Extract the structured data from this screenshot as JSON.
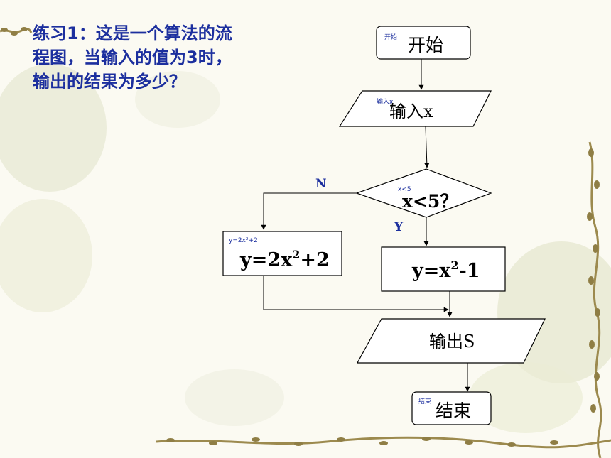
{
  "question": {
    "line1": "练习1：这是一个算法的流",
    "line2": "程图，当输入的值为3时，",
    "line3": "输出的结果为多少？"
  },
  "flowchart": {
    "start": {
      "small": "开始",
      "text": "开始"
    },
    "input": {
      "small": "输入x",
      "text": "输入x"
    },
    "decision": {
      "small": "x<5",
      "text": "x<5？"
    },
    "branch_no": "N",
    "branch_yes": "Y",
    "process_no": {
      "small": "y=2x²+2",
      "text_base": "y=2x",
      "text_sup": "2",
      "text_tail": "+2"
    },
    "process_yes": {
      "text_base": "y=x",
      "text_sup": "2",
      "text_tail": "-1"
    },
    "output": {
      "text": "输出S"
    },
    "end": {
      "small": "结束",
      "text": "结束"
    }
  },
  "colors": {
    "accent": "#1c2f9e",
    "background": "#fbfaf2",
    "vine": "#9c8a4e"
  }
}
